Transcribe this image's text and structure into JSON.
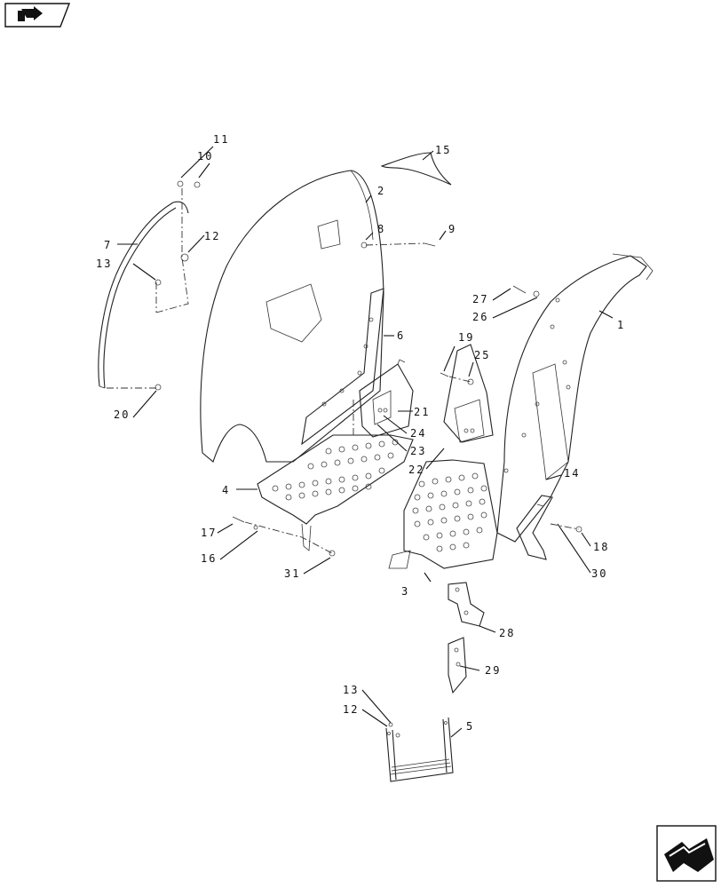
{
  "navigation": {
    "back_icon": "back-arrow-icon",
    "forward_icon": "forward-arrow-icon"
  },
  "callouts": [
    "1",
    "2",
    "3",
    "4",
    "5",
    "6",
    "7",
    "8",
    "9",
    "10",
    "11",
    "12",
    "13",
    "14",
    "15",
    "16",
    "17",
    "18",
    "19",
    "20",
    "21",
    "22",
    "23",
    "24",
    "25",
    "26",
    "27",
    "28",
    "29",
    "30",
    "31",
    "13",
    "12"
  ]
}
